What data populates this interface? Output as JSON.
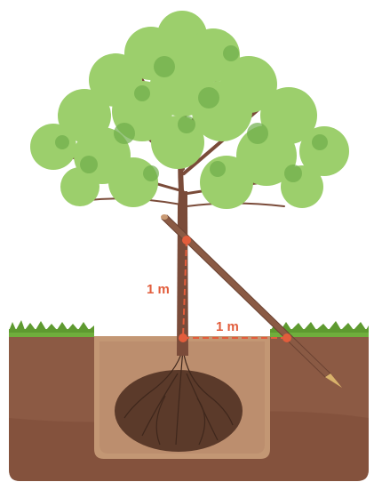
{
  "illustration": {
    "subject": "tree-planting-with-support-stake",
    "colors": {
      "accent": "#e25d3c",
      "soil": "#8c5a44",
      "soil_dark": "#6e4332",
      "planting_hole": "#c39774",
      "root_ball": "#5b3a2a",
      "grass": "#6fae3c",
      "trunk": "#7a4b39",
      "stake": "#8a5a44",
      "foliage": "#9ccf6c",
      "foliage_dark": "#6fae4b"
    }
  },
  "measurements": {
    "vertical": {
      "label": "1 m",
      "value": 1,
      "unit": "m"
    },
    "horizontal": {
      "label": "1 m",
      "value": 1,
      "unit": "m"
    }
  }
}
